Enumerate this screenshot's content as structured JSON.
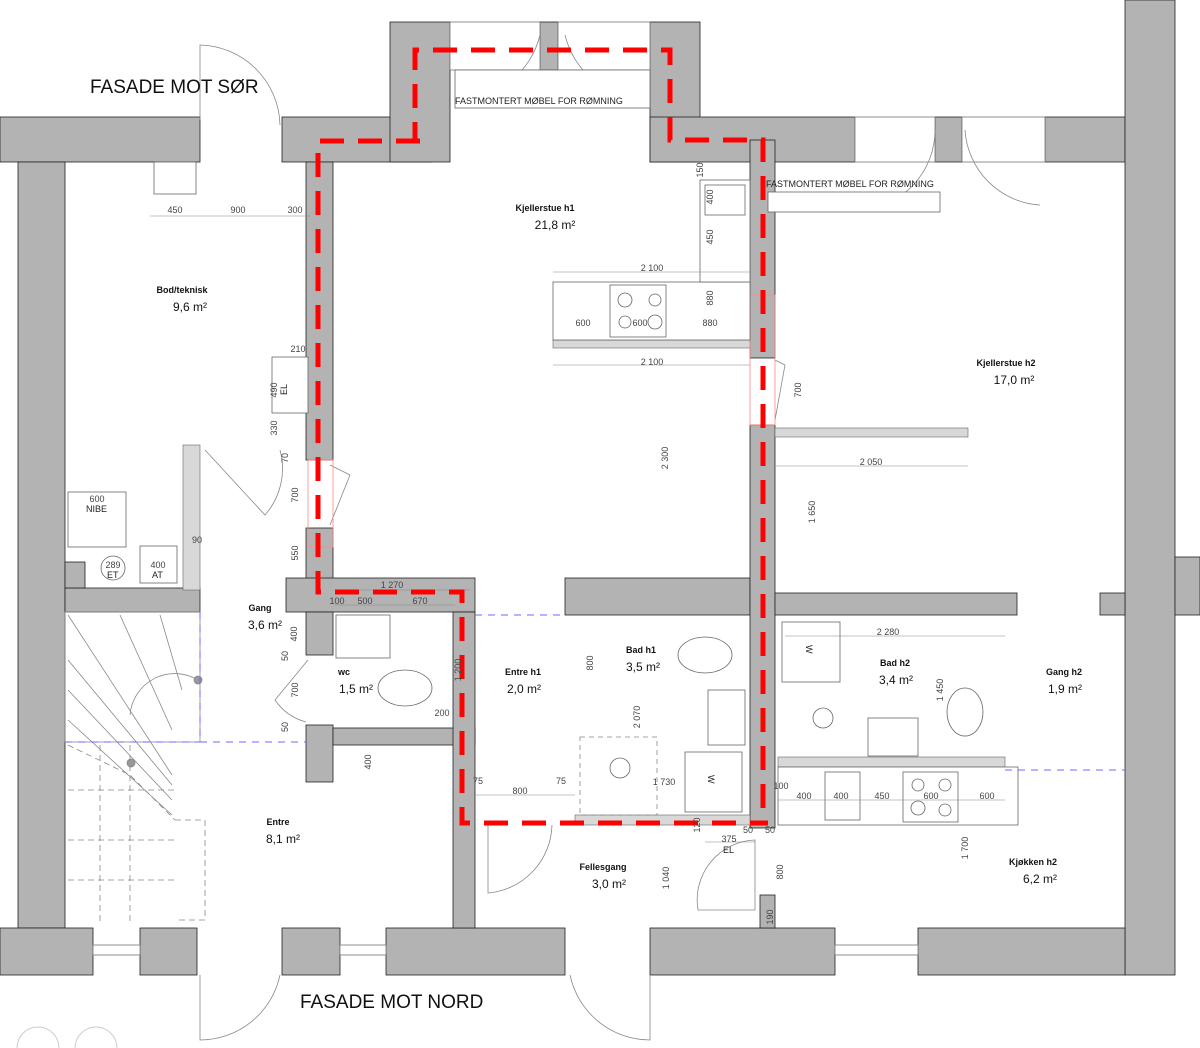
{
  "facades": {
    "south": "FASADE MOT SØR",
    "north": "FASADE MOT NORD"
  },
  "furniture": {
    "escape_furniture_1": "FASTMONTERT MØBEL FOR RØMNING",
    "escape_furniture_2": "FASTMONTERT MØBEL FOR RØMNING",
    "nibe": "NIBE",
    "et": "ET",
    "at": "AT",
    "el_1": "EL",
    "el_2": "EL",
    "washer_1": "W",
    "washer_2": "W"
  },
  "rooms": [
    {
      "name": "Kjellerstue h1",
      "area": "21,8 m²"
    },
    {
      "name": "Bod/teknisk",
      "area": "9,6 m²"
    },
    {
      "name": "Kjellerstue h2",
      "area": "17,0 m²"
    },
    {
      "name": "Gang",
      "area": "3,6 m²"
    },
    {
      "name": "wc",
      "area": "1,5 m²"
    },
    {
      "name": "Entre h1",
      "area": "2,0 m²"
    },
    {
      "name": "Bad h1",
      "area": "3,5 m²"
    },
    {
      "name": "Bad h2",
      "area": "3,4 m²"
    },
    {
      "name": "Gang h2",
      "area": "1,9 m²"
    },
    {
      "name": "Entre",
      "area": "8,1 m²"
    },
    {
      "name": "Fellesgang",
      "area": "3,0 m²"
    },
    {
      "name": "Kjøkken h2",
      "area": "6,2 m²"
    }
  ],
  "dims": [
    "450",
    "900",
    "300",
    "210",
    "490",
    "330",
    "70",
    "700",
    "550",
    "90",
    "600",
    "289",
    "400",
    "1 270",
    "100",
    "500",
    "670",
    "400",
    "50",
    "700",
    "50",
    "1 200",
    "200",
    "400",
    "150",
    "400",
    "450",
    "2 100",
    "880",
    "600",
    "600",
    "880",
    "2 100",
    "2 300",
    "700",
    "2 050",
    "1 650",
    "800",
    "2 070",
    "1 730",
    "75",
    "800",
    "75",
    "2 280",
    "1 450",
    "100",
    "400",
    "400",
    "450",
    "600",
    "600",
    "120",
    "50",
    "50",
    "375",
    "1 040",
    "800",
    "1 700",
    "190"
  ],
  "colors": {
    "wall": "#b3b3b3",
    "escape_route": "#ff0000",
    "overhead_line": "#6a6aff"
  }
}
